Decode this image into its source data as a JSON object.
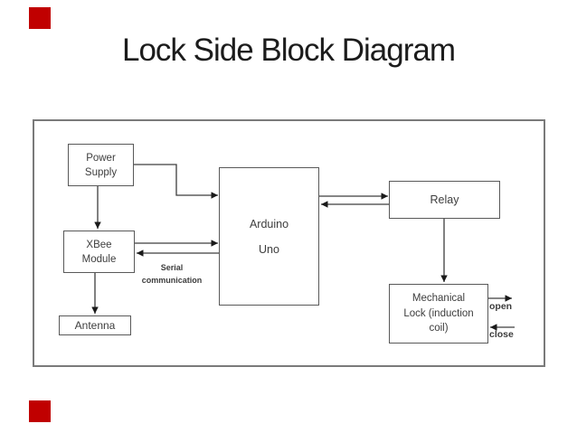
{
  "slide": {
    "title": "Lock Side Block Diagram"
  },
  "colors": {
    "accent_red": "#C00000",
    "outer_border": "#7a7a7a",
    "box_border": "#595959",
    "connector": "#3d3d3d",
    "arrowhead": "#1a1a1a",
    "text": "#3d3d3d",
    "title_text": "#1c1c1c"
  },
  "diagram": {
    "boxes": {
      "power_supply": {
        "line1": "Power",
        "line2": "Supply"
      },
      "xbee": {
        "line1": "XBee",
        "line2": "Module"
      },
      "antenna": {
        "line1": "Antenna"
      },
      "arduino": {
        "line1": "Arduino",
        "line2": "Uno"
      },
      "relay": {
        "line1": "Relay"
      },
      "mechanical_lock": {
        "line1": "Mechanical",
        "line2": "Lock (induction",
        "line3": "coil)"
      }
    },
    "labels": {
      "serial_line1": "Serial",
      "serial_line2": "communication",
      "open": "open",
      "close": "close"
    }
  }
}
